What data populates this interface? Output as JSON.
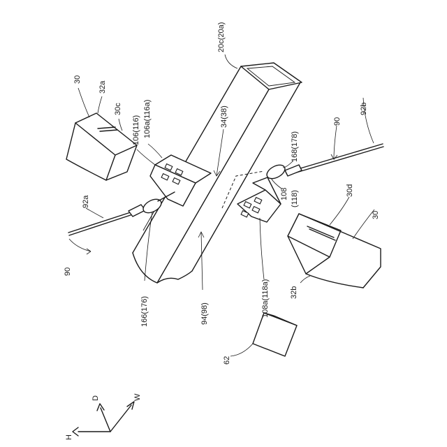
{
  "labels": {
    "column": "20c(20a)",
    "column_face": "34(38)",
    "panel_left": "30",
    "panel_left_edge": "32a",
    "panel_left_slot": "30c",
    "bracket_left_top": "106(116)",
    "bracket_left_plate": "106a(116a)",
    "wire_left_end": "92a",
    "wire_left": "90",
    "fitting_left": "166(176)",
    "wire_right_end": "92b",
    "wire_right": "90",
    "fitting_right": "168(178)",
    "bracket_right": "108",
    "bracket_right_alt": "(118)",
    "bracket_right_plate": "108a(118a)",
    "panel_right_slot": "30d",
    "panel_right": "30",
    "panel_right_edge": "32b",
    "column_bottom": "94(98)",
    "block": "62",
    "axis_h": "H",
    "axis_d": "D",
    "axis_w": "W"
  }
}
